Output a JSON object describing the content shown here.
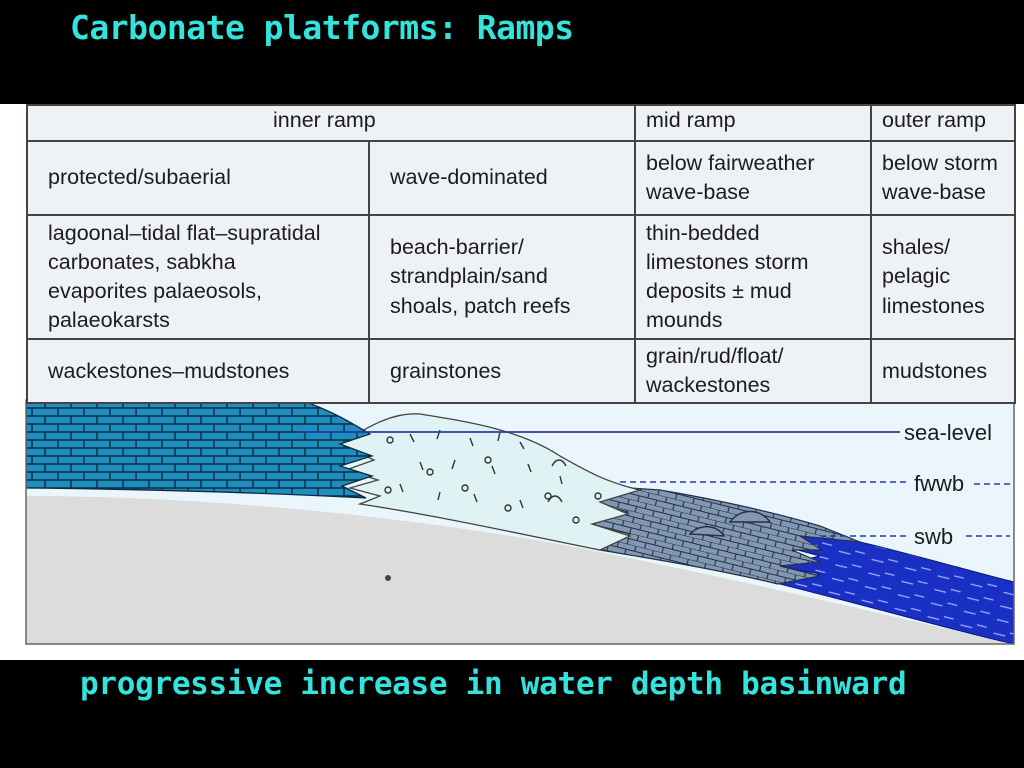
{
  "slide": {
    "title": "Carbonate platforms: Ramps",
    "caption": "progressive increase in water depth basinward",
    "colors": {
      "title": "#33e3dc",
      "background": "#000000",
      "table_bg": "#eef2f6"
    }
  },
  "table": {
    "zones": {
      "inner": "inner ramp",
      "mid": "mid ramp",
      "outer": "outer ramp"
    },
    "energy": {
      "inner_a": "protected/subaerial",
      "inner_b": "wave-dominated",
      "mid": "below fairweather\nwave-base",
      "outer": "below storm\nwave-base"
    },
    "facies": {
      "inner_a": "lagoonal–tidal flat–supratidal\ncarbonates, sabkha\nevaporites palaeosols,\npalaeokarsts",
      "inner_b": "beach-barrier/\nstrandplain/sand\nshoals, patch reefs",
      "mid": "thin-bedded\nlimestones storm\ndeposits ± mud\nmounds",
      "outer": "shales/\npelagic\nlimestones"
    },
    "lithology": {
      "inner_a": "wackestones–mudstones",
      "inner_b": "grainstones",
      "mid": "grain/rud/float/\nwackestones",
      "outer": "mudstones"
    }
  },
  "section": {
    "labels": {
      "sea_level": "sea-level",
      "fwwb": "fwwb",
      "swb": "swb"
    },
    "colors": {
      "inner_limestone": "#1d8fbf",
      "shoal": "#dff3f4",
      "mid_limestone": "#7f93ae",
      "outer_basin": "#1a2fc4",
      "substrate": "#dcdcdc",
      "water": "#eaf6fb",
      "sea_level_line": "#2b3aa8"
    }
  }
}
